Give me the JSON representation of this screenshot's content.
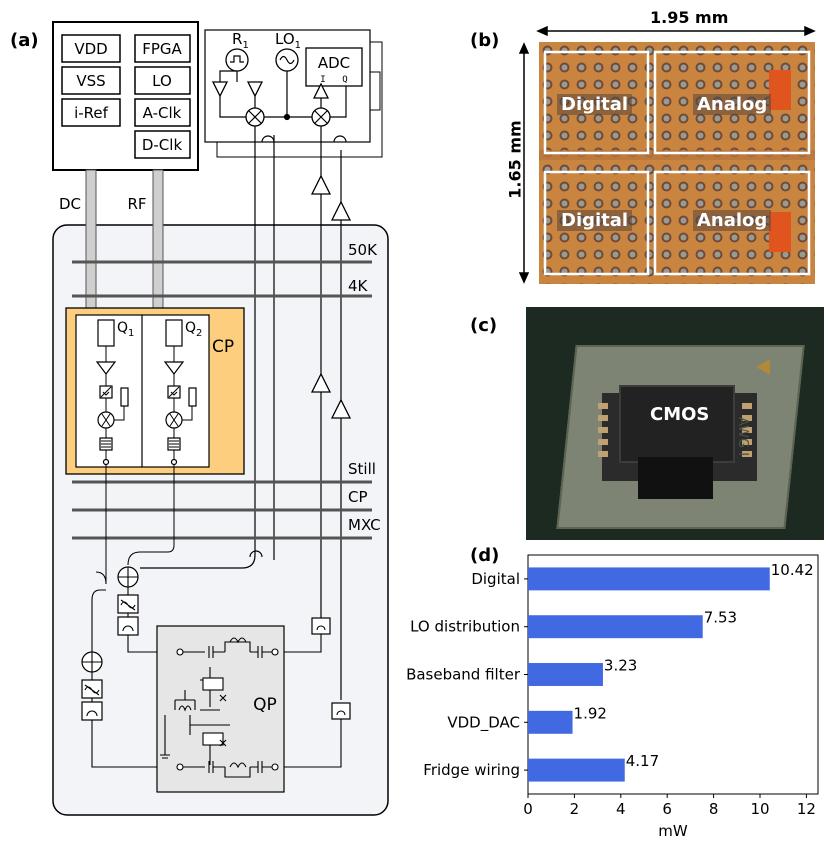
{
  "panels": {
    "a": "(a)",
    "b": "(b)",
    "c": "(c)",
    "d": "(d)"
  },
  "schematic": {
    "instrument_labels": [
      "VDD",
      "FPGA",
      "VSS",
      "LO",
      "i-Ref",
      "A-Clk",
      "D-Clk"
    ],
    "line_labels": {
      "dc": "DC",
      "rf": "RF"
    },
    "sources": {
      "r1": "R",
      "r1_sub": "1",
      "lo1": "LO",
      "lo1_sub": "1"
    },
    "adc": {
      "label": "ADC",
      "i": "I",
      "q": "Q"
    },
    "stages": [
      "50K",
      "4K",
      "Still",
      "CP",
      "MXC"
    ],
    "cp_box_label": "CP",
    "qubits": {
      "q1": "Q",
      "q1_sub": "1",
      "q2": "Q",
      "q2_sub": "2"
    },
    "qp_label": "QP"
  },
  "die_photo": {
    "width_label": "1.95 mm",
    "height_label": "1.65 mm",
    "blocks": [
      "Digital",
      "Analog",
      "Digital",
      "Analog"
    ]
  },
  "package_photo": {
    "chip_label": "CMOS",
    "marking": "AWG I"
  },
  "chart_data": {
    "type": "bar",
    "orientation": "horizontal",
    "categories": [
      "Digital",
      "LO distribution",
      "Baseband filter",
      "VDD_DAC",
      "Fridge wiring"
    ],
    "values": [
      10.42,
      7.53,
      3.23,
      1.92,
      4.17
    ],
    "value_labels": [
      "10.42",
      "7.53",
      "3.23",
      "1.92",
      "4.17"
    ],
    "xlabel": "mW",
    "xlim": [
      0,
      12.5
    ],
    "xticks": [
      0,
      2,
      4,
      6,
      8,
      10,
      12
    ],
    "bar_color": "#4169e1"
  }
}
